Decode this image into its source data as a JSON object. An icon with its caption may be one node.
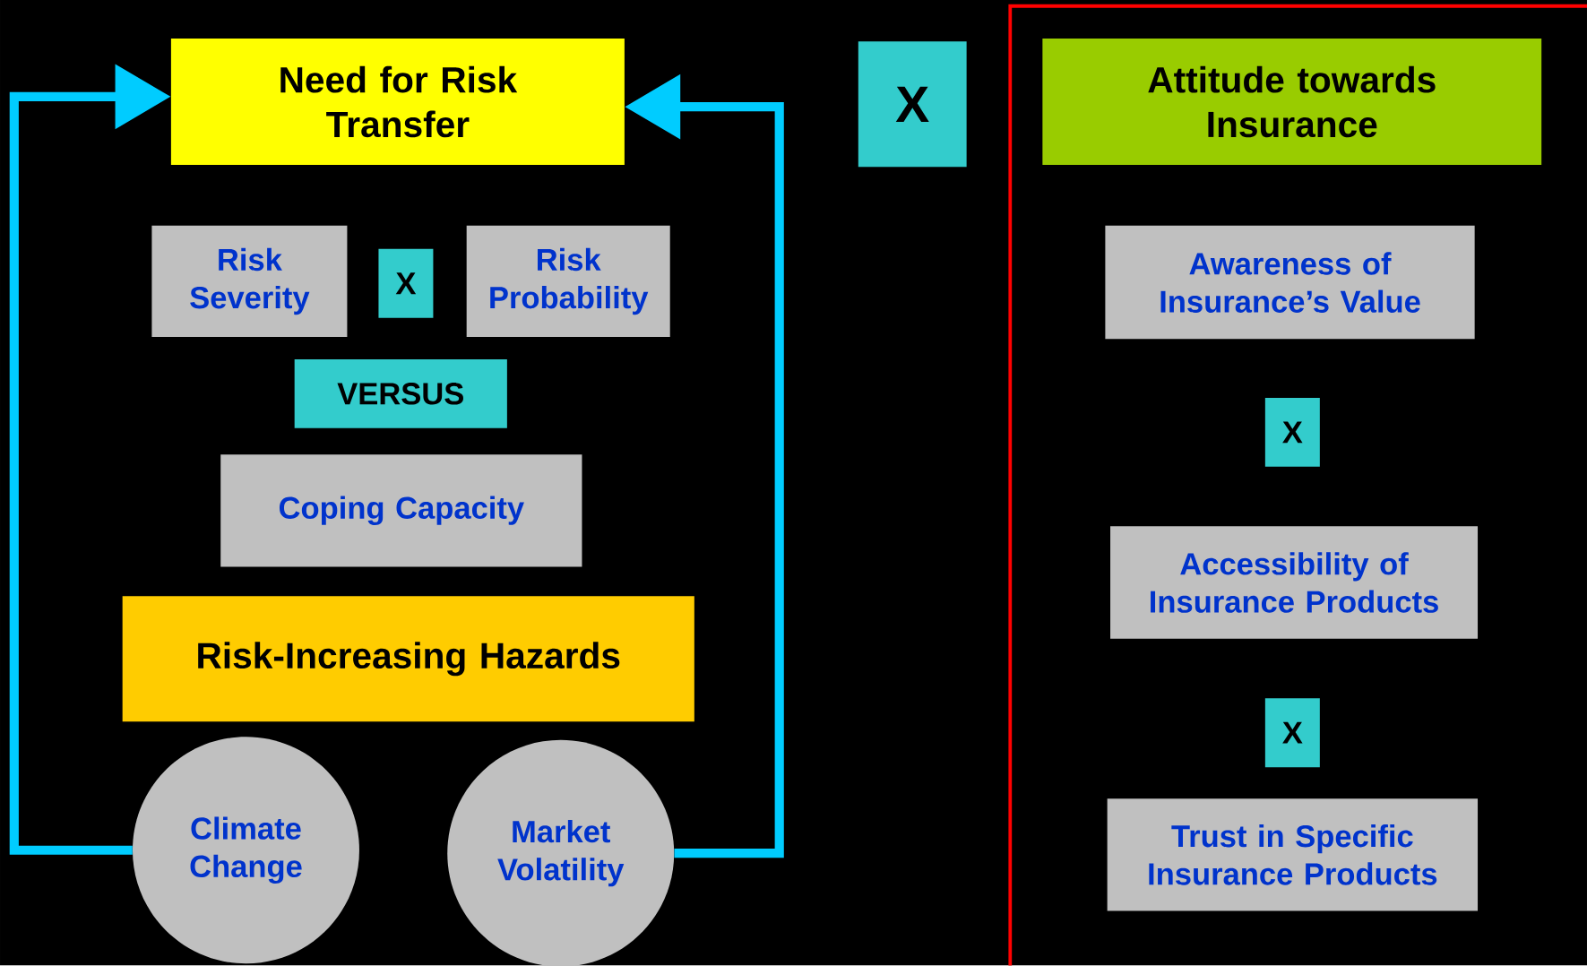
{
  "diagram": {
    "nodes": [
      {
        "text": [
          "Need for Risk Transfer"
        ]
      },
      {
        "text": [
          "Risk Severity"
        ]
      },
      {
        "text": [
          "X"
        ]
      },
      {
        "text": [
          "Risk Probability"
        ]
      },
      {
        "text": [
          "VERSUS"
        ]
      },
      {
        "text": [
          "Coping Capacity"
        ]
      },
      {
        "text": [
          "Risk-Increasing Hazards"
        ]
      },
      {
        "text": [
          "Climate Change"
        ]
      },
      {
        "text": [
          "Market Volatility"
        ]
      },
      {
        "text": [
          "X"
        ]
      },
      {
        "text": [],
        "shape": "box"
      },
      {
        "text": [
          "Attitude towards Insurance"
        ],
        "in": 10
      },
      {
        "text": [
          "Awareness of Insurance’s Value"
        ],
        "in": 10
      },
      {
        "text": [
          "X"
        ],
        "in": 10
      },
      {
        "text": [
          "Accessibility of Insurance Products"
        ],
        "in": 10
      },
      {
        "text": [
          "X"
        ],
        "in": 10
      },
      {
        "text": [
          "Trust in Specific Insurance Products"
        ],
        "in": 10
      }
    ],
    "edges": [
      {
        "from": 7,
        "to": 0,
        "arrow": "to"
      },
      {
        "from": 8,
        "to": 0,
        "arrow": "to"
      }
    ]
  }
}
